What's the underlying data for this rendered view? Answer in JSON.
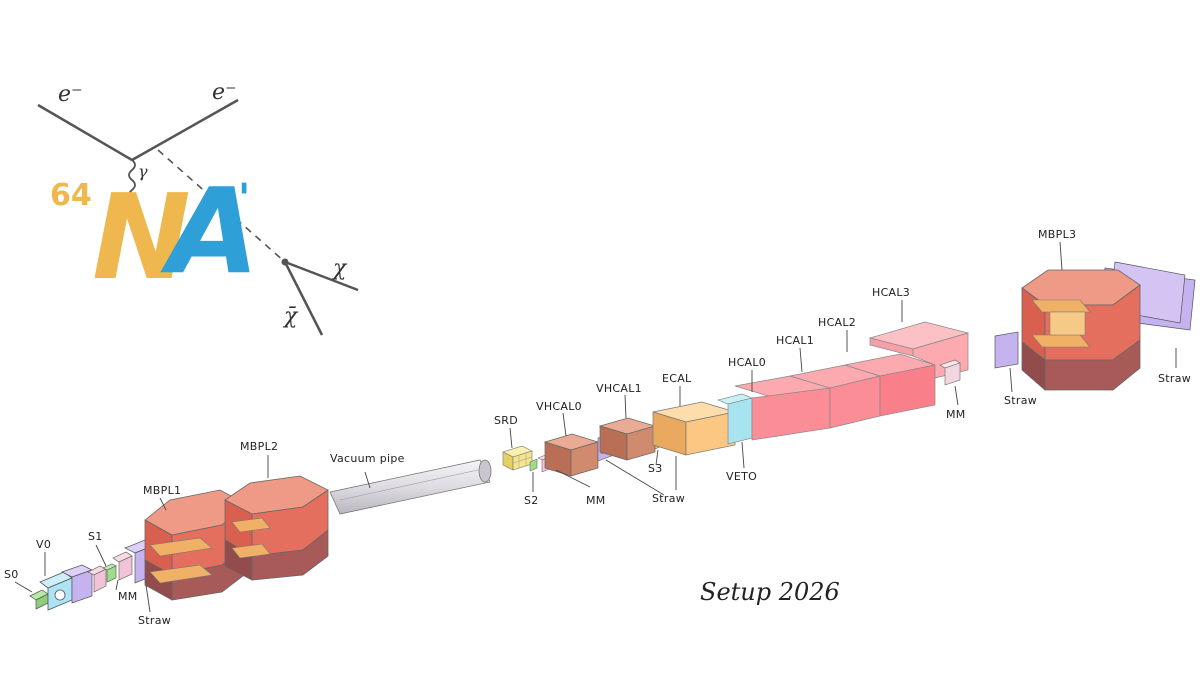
{
  "logo": {
    "superscript": "64",
    "letter_n": "N",
    "letter_a": "A",
    "prime": "'",
    "electron_in": "e⁻",
    "electron_out": "e⁻",
    "gamma": "γ",
    "chi": "χ",
    "chi_bar": "χ̄"
  },
  "caption": "Setup 2026",
  "labels": {
    "s0": "S0",
    "v0": "V0",
    "s1": "S1",
    "mm_1": "MM",
    "straw_1": "Straw",
    "mbpl1": "MBPL1",
    "mbpl2": "MBPL2",
    "vacuum_pipe": "Vacuum pipe",
    "srd": "SRD",
    "s2": "S2",
    "vhcal0": "VHCAL0",
    "mm_2": "MM",
    "vhcal1": "VHCAL1",
    "straw_2": "Straw",
    "s3": "S3",
    "ecal": "ECAL",
    "veto": "VETO",
    "hcal0": "HCAL0",
    "hcal1": "HCAL1",
    "hcal2": "HCAL2",
    "hcal3": "HCAL3",
    "mm_3": "MM",
    "straw_3": "Straw",
    "mbpl3": "MBPL3",
    "straw_4": "Straw"
  },
  "colors": {
    "magnet": "#e56f5f",
    "magnet_dark": "#a85a58",
    "magnet_light": "#ee9a86",
    "hcal": "#fb8d96",
    "hcal_top": "#fcaab0",
    "vhcal": "#d08a6e",
    "ecal": "#fbc783",
    "veto": "#a7e4ef",
    "straw": "#c5b3f0",
    "mm": "#f1c3d6",
    "scint": "#9fdc8a",
    "v0": "#aee3f5",
    "srd": "#f5e58a",
    "pipe": "#dedce2",
    "yoke": "#f0b066",
    "logo_yellow": "#efb84f",
    "logo_blue": "#2f9fd8"
  }
}
